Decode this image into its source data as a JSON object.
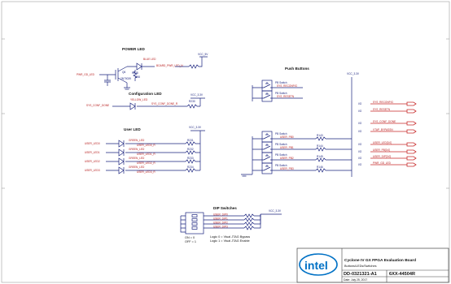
{
  "sections": {
    "power_led": "POWER LED",
    "config_led": "Configuration LED",
    "user_led": "User LED",
    "push_buttons": "Push Buttons",
    "dip_switches": "DIP Switches"
  },
  "power": {
    "vcc_5v": "VCC_5V",
    "vcc_3v3_a": "VCC_3.3V",
    "vcc_3v3_b": "VCC_3.3V",
    "vcc_3v3_c": "VCC_3.3V",
    "vcc_3v3_d": "VCC_3.3V"
  },
  "power_led": {
    "led_label": "BLUE LED",
    "net_label": "BOARD_PWR_LED_N",
    "input_net": "PWR_GD_LED",
    "q_label": "Q6",
    "q_part": "2N7002K",
    "r_label": "R228",
    "c_label": "C98"
  },
  "config_led": {
    "net_in": "SYS_CONF_DONE",
    "led_label": "YELLOW_LED",
    "net_out": "SYS_CONF_DONE_R",
    "r_label": "R230"
  },
  "user_leds": [
    {
      "net_in": "USER_LED0",
      "led": "GREEN_LED",
      "net_out": "USER_LED0_R",
      "r": "R231"
    },
    {
      "net_in": "USER_LED1",
      "led": "GREEN_LED",
      "net_out": "USER_LED1_R",
      "r": "R232"
    },
    {
      "net_in": "USER_LED2",
      "led": "GREEN_LED",
      "net_out": "USER_LED2_R",
      "r": "R233"
    },
    {
      "net_in": "USER_LED3",
      "led": "GREEN_LED",
      "net_out": "USER_LED3_R",
      "r": "R234"
    }
  ],
  "push_buttons_top": [
    {
      "sw": "PB Switch",
      "net": "SYS_RECONFIG"
    },
    {
      "sw": "PB Switch",
      "net": "SYS_RESETN"
    }
  ],
  "push_buttons_user": [
    {
      "sw": "PB Switch",
      "net": "USER_PB0",
      "r": "R143"
    },
    {
      "sw": "PB Switch",
      "net": "USER_PB1",
      "r": "R144"
    },
    {
      "sw": "PB Switch",
      "net": "USER_PB2",
      "r": "R145"
    },
    {
      "sw": "PB Switch",
      "net": "USER_PB3",
      "r": "R146"
    }
  ],
  "ports": [
    {
      "pin": "I/O",
      "net": "SYS_RECONFIG"
    },
    {
      "pin": "I/O",
      "net": "SYS_RESETN"
    },
    {
      "pin": "I/O",
      "net": "SYS_CONF_DONE"
    },
    {
      "pin": "I/O",
      "net": "VTAP_BYPASSN"
    },
    {
      "pin": "I/O",
      "net": "USER_LED[3:0]"
    },
    {
      "pin": "I/O",
      "net": "USER_PB[3:0]"
    },
    {
      "pin": "I/O",
      "net": "USER_DIP[3:0]"
    },
    {
      "pin": "I/O",
      "net": "PWR_GD_LED"
    }
  ],
  "dip": {
    "nets": [
      "USER_DIP0",
      "USER_DIP1",
      "USER_DIP2",
      "USER_DIP3"
    ],
    "on_label": "ON = 0",
    "off_label": "OFF = 1",
    "logic0": "Logic 0 = Vtual JTAG Bypass",
    "logic1": "Logic 1 = Vtual JTAG Enable"
  },
  "title_block": {
    "logo": "intel",
    "title": "Cyclone IV GX FPGA Evaluation Board",
    "subtitle": "Buttons/LEDs/Switches",
    "doc_number": "DD-0321321-A1",
    "sheet": "6XX-44504R",
    "date": "Date: July 25, 2017"
  }
}
